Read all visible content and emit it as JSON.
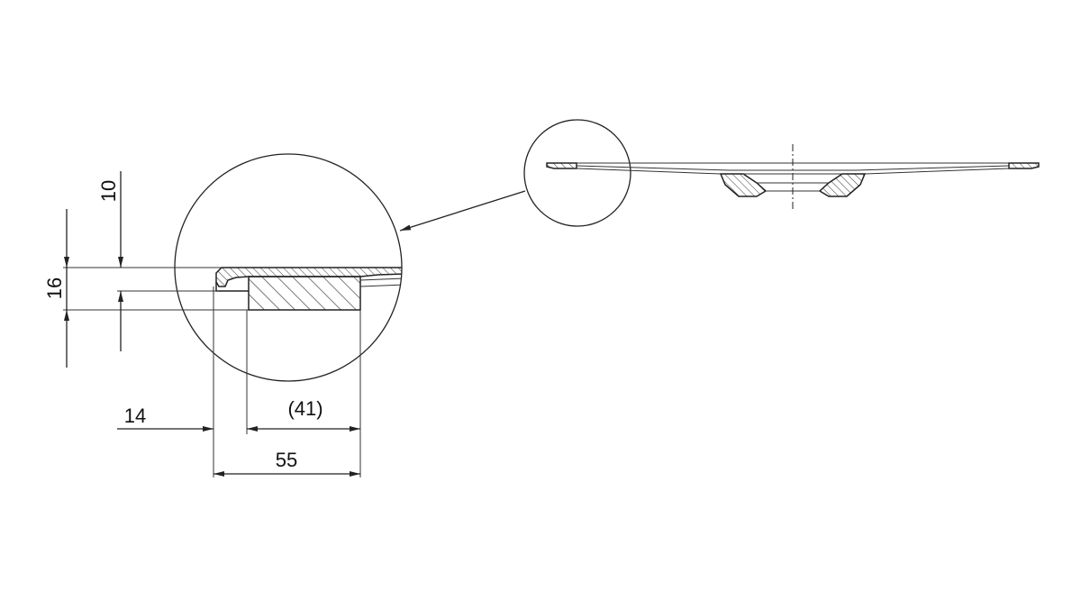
{
  "dimensions": {
    "top_thickness": "10",
    "total_height": "16",
    "edge_offset": "14",
    "inner_width": "(41)",
    "overall_width": "55"
  },
  "colors": {
    "line": "#222222",
    "hatch": "#333333",
    "background": "#ffffff"
  }
}
